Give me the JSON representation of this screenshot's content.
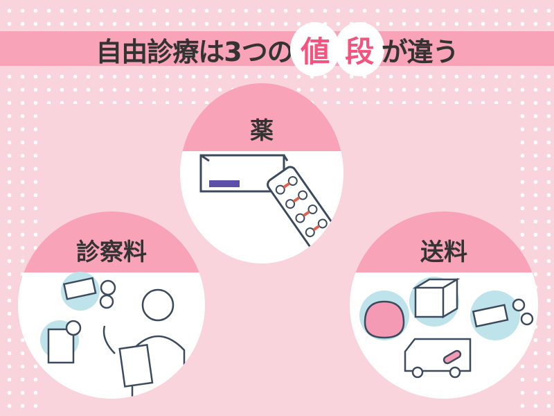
{
  "title": {
    "before": "自由診療は3つの",
    "highlight1": "値",
    "highlight2": "段",
    "after": "が違う"
  },
  "sections": [
    {
      "label": "薬",
      "icon": "medicine-box-and-pills"
    },
    {
      "label": "診察料",
      "icon": "doctor-with-money"
    },
    {
      "label": "送料",
      "icon": "delivery-truck-with-money"
    }
  ],
  "colors": {
    "background": "#f9d4dc",
    "banner": "#f8a3b7",
    "accent": "#f2547f",
    "text": "#333333"
  }
}
